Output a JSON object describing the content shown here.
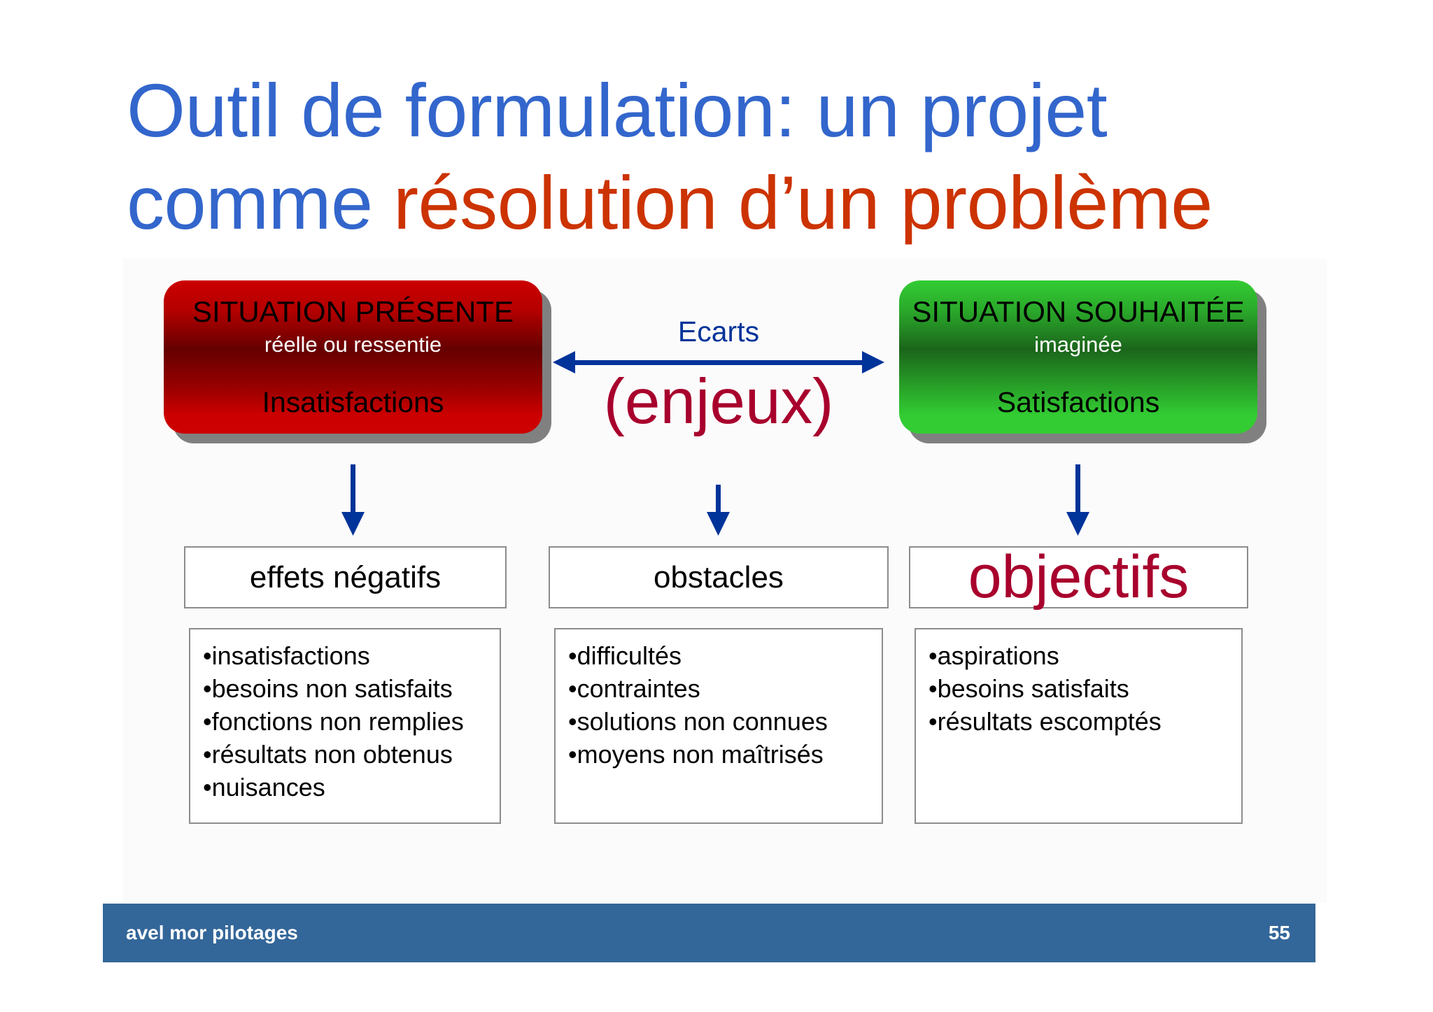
{
  "slide": {
    "title": {
      "line1": "Outil de formulation: un projet",
      "line2_plain": "comme ",
      "line2_accent": "résolution d’un problème"
    },
    "colors": {
      "title_blue": "#3366cc",
      "title_accent": "#cc3300",
      "arrow_blue": "#003399",
      "crimson": "#a8002d",
      "present_red": "#cc0000",
      "desired_green": "#33cc33",
      "footer_blue": "#336699"
    },
    "situation_present": {
      "title": "SITUATION PRÉSENTE",
      "subtitle": "réelle ou ressentie",
      "label": "Insatisfactions"
    },
    "situation_desired": {
      "title": "SITUATION SOUHAITÉE",
      "subtitle": "imaginée",
      "label": "Satisfactions"
    },
    "gap": {
      "label": "Ecarts",
      "sublabel": "(enjeux)",
      "icon": "double-headed-arrow-icon"
    },
    "columns": [
      {
        "header": "effets négatifs",
        "items": [
          "insatisfactions",
          "besoins non satisfaits",
          "fonctions non remplies",
          "résultats non obtenus",
          "nuisances"
        ]
      },
      {
        "header": "obstacles",
        "items": [
          "difficultés",
          "contraintes",
          "solutions non connues",
          "moyens non maîtrisés"
        ]
      },
      {
        "header": "objectifs",
        "items": [
          "aspirations",
          "besoins satisfaits",
          "résultats escomptés"
        ]
      }
    ],
    "footer": {
      "left": "avel mor pilotages",
      "page_number": "55"
    }
  }
}
